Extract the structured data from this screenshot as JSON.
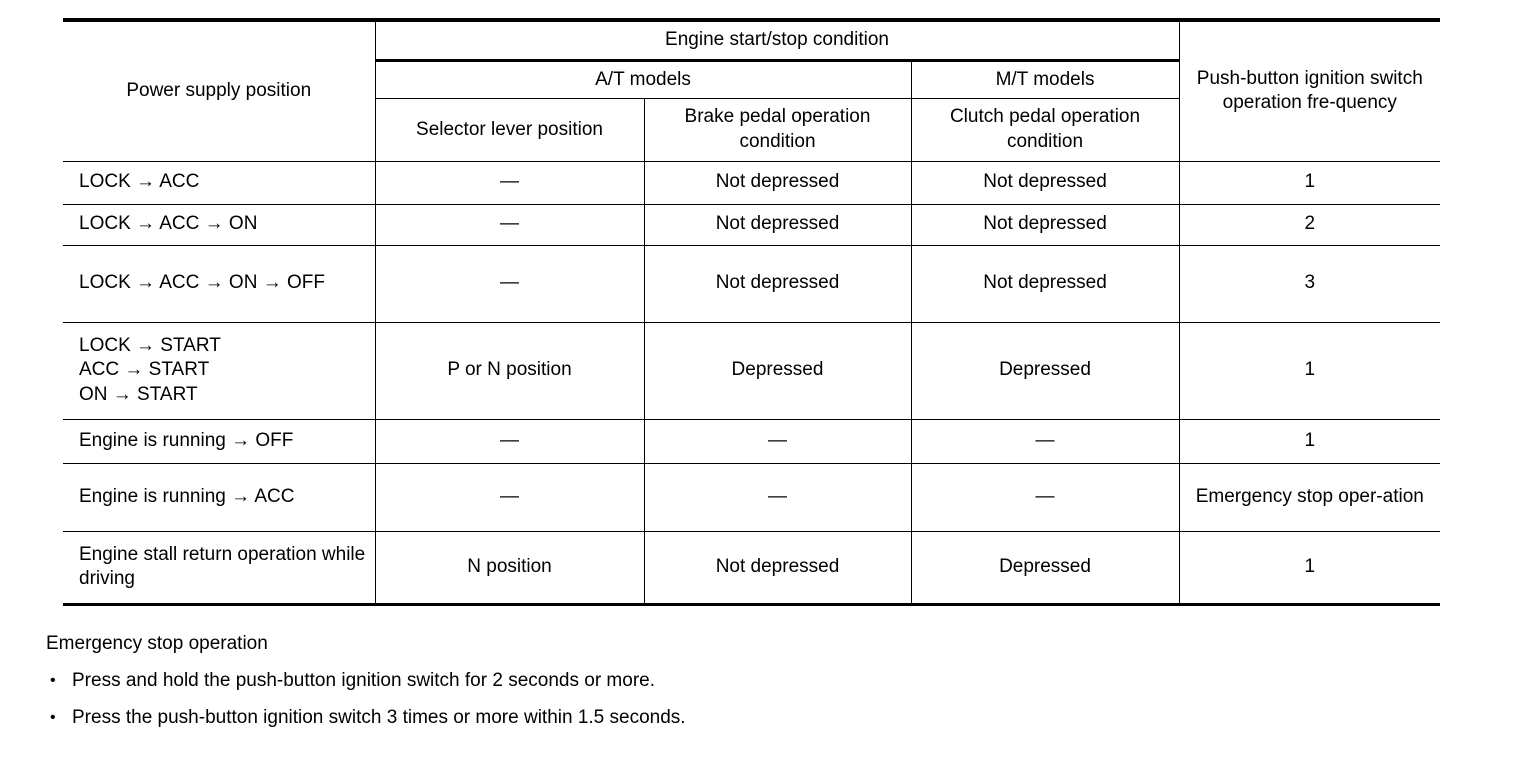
{
  "table": {
    "header": {
      "power_supply_position": "Power supply position",
      "engine_condition": "Engine start/stop condition",
      "at_models": "A/T models",
      "mt_models": "M/T models",
      "selector_lever": "Selector lever position",
      "brake_pedal": "Brake pedal operation condition",
      "clutch_pedal": "Clutch pedal operation condition",
      "frequency": "Push-button ignition switch operation fre-quency"
    },
    "rows": [
      {
        "position": "LOCK → ACC",
        "selector": "—",
        "brake": "Not depressed",
        "clutch": "Not depressed",
        "frequency": "1"
      },
      {
        "position": "LOCK → ACC → ON",
        "selector": "—",
        "brake": "Not depressed",
        "clutch": "Not depressed",
        "frequency": "2"
      },
      {
        "position": "LOCK → ACC → ON → OFF",
        "selector": "—",
        "brake": "Not depressed",
        "clutch": "Not depressed",
        "frequency": "3"
      },
      {
        "position": "LOCK → START\nACC → START\nON → START",
        "selector": "P or N position",
        "brake": "Depressed",
        "clutch": "Depressed",
        "frequency": "1"
      },
      {
        "position": "Engine is running → OFF",
        "selector": "—",
        "brake": "—",
        "clutch": "—",
        "frequency": "1"
      },
      {
        "position": "Engine is running → ACC",
        "selector": "—",
        "brake": "—",
        "clutch": "—",
        "frequency": "Emergency stop oper-ation"
      },
      {
        "position": "Engine stall return operation while driving",
        "selector": "N position",
        "brake": "Not depressed",
        "clutch": "Depressed",
        "frequency": "1"
      }
    ]
  },
  "footnote": {
    "title": "Emergency stop operation",
    "bullet_glyph": "•",
    "items": [
      "Press and hold the push-button ignition switch for 2 seconds or more.",
      "Press the push-button ignition switch 3 times or more within 1.5 seconds."
    ]
  }
}
